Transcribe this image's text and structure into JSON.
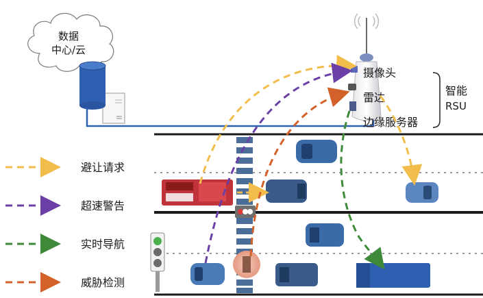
{
  "cloud_label_line1": "数据",
  "cloud_label_line2": "中心/云",
  "rsu_components": [
    "摄像头",
    "雷达",
    "边缘服务器"
  ],
  "rsu_title_line1": "智能",
  "rsu_title_line2": "RSU",
  "legend": [
    {
      "label": "避让请求",
      "color": "#f2bd4a"
    },
    {
      "label": "超速警告",
      "color": "#6a3fa6"
    },
    {
      "label": "实时导航",
      "color": "#3f8a3a"
    },
    {
      "label": "威胁检测",
      "color": "#d2622a"
    }
  ],
  "colors": {
    "road_line": "#1a1a1a",
    "lane_dash": "#9a9a9a",
    "network_line": "#2f5fb0",
    "car_blue": "#3a6aa8",
    "bus_red": "#c0333a",
    "crosswalk": "#4a6d9a"
  },
  "icons": [
    "cloud-icon",
    "database-icon",
    "server-icon",
    "rsu-tower-icon",
    "traffic-light-icon",
    "pedestrian-icon"
  ]
}
